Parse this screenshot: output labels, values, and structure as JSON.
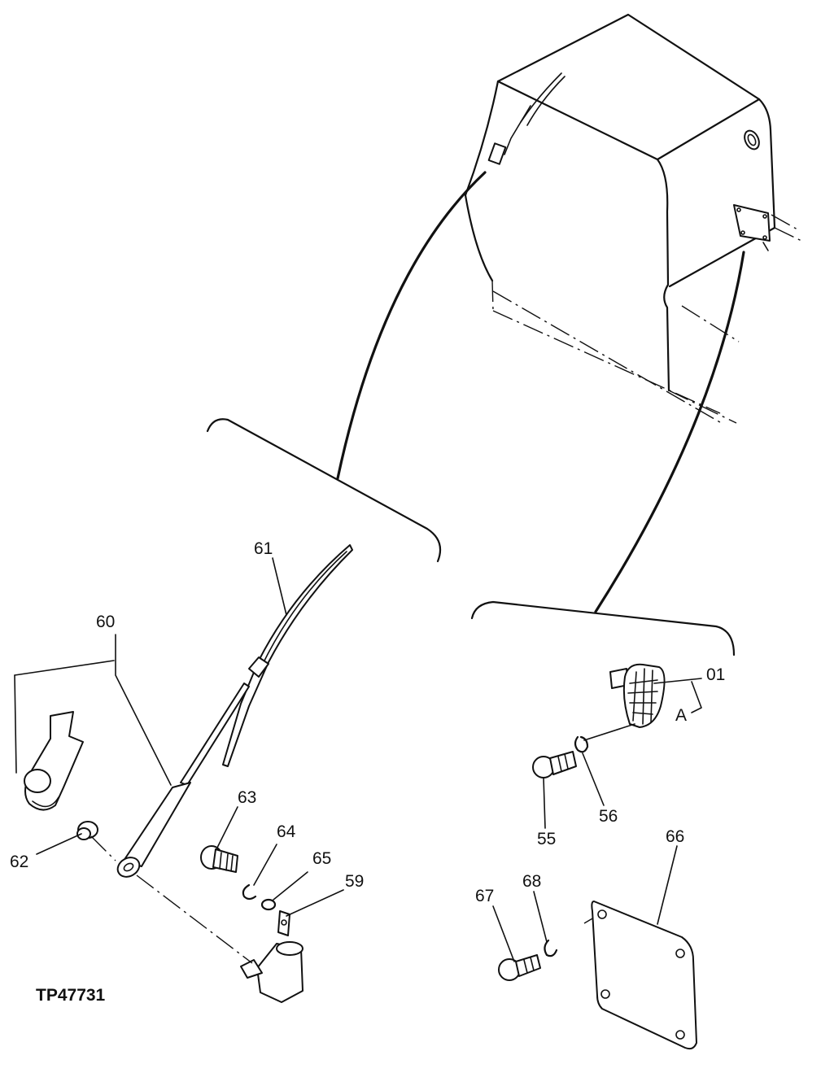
{
  "figure_code": "TP47731",
  "callouts": {
    "c01": "01",
    "cA": "A",
    "c55": "55",
    "c56": "56",
    "c59": "59",
    "c60": "60",
    "c61": "61",
    "c62": "62",
    "c63": "63",
    "c64": "64",
    "c65": "65",
    "c66": "66",
    "c67": "67",
    "c68": "68"
  }
}
